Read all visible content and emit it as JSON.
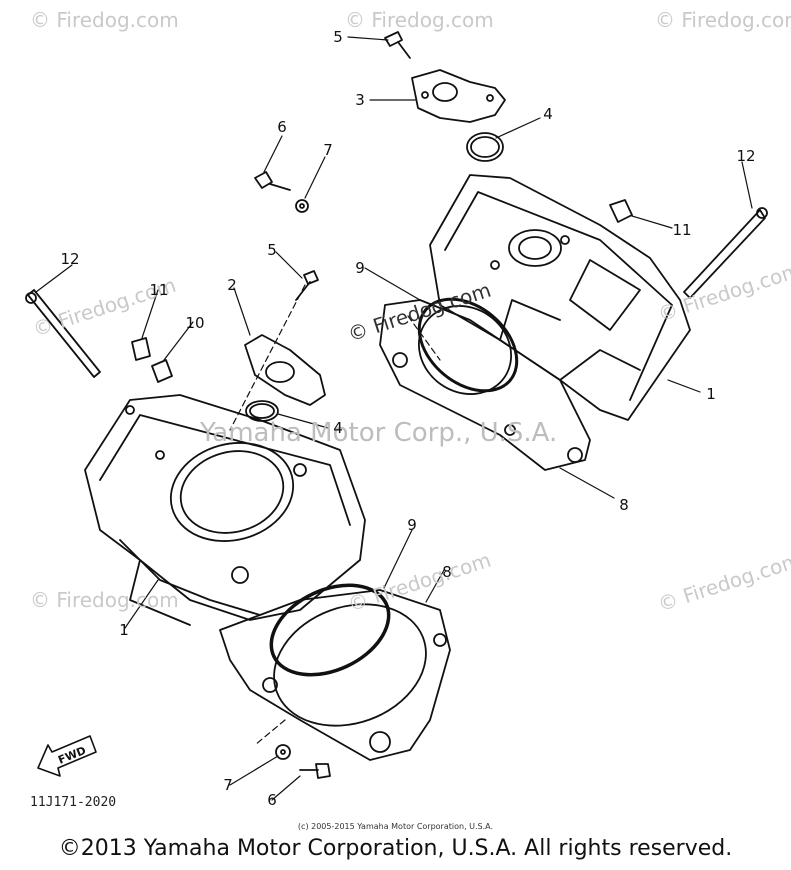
{
  "watermarks": [
    "© Firedog.com",
    "© Firedog.com",
    "© Firedog.com",
    "© Firedog.com",
    "© Firedog.com",
    "© Firedog.com",
    "© Firedog.com",
    "© Firedog.com",
    "© Firedog.com"
  ],
  "center_watermark": "Yamaha Motor Corp., U.S.A.",
  "callouts": [
    "5",
    "3",
    "4",
    "6",
    "7",
    "12",
    "11",
    "9",
    "1",
    "8",
    "12",
    "11",
    "10",
    "5",
    "2",
    "4",
    "9",
    "8",
    "1",
    "7",
    "6"
  ],
  "fwd_label": "FWD",
  "part_code": "11J171-2020",
  "small_copyright": "(c) 2005-2015 Yamaha Motor Corporation, U.S.A.",
  "footer_copyright": "©2013 Yamaha Motor Corporation, U.S.A. All rights reserved."
}
